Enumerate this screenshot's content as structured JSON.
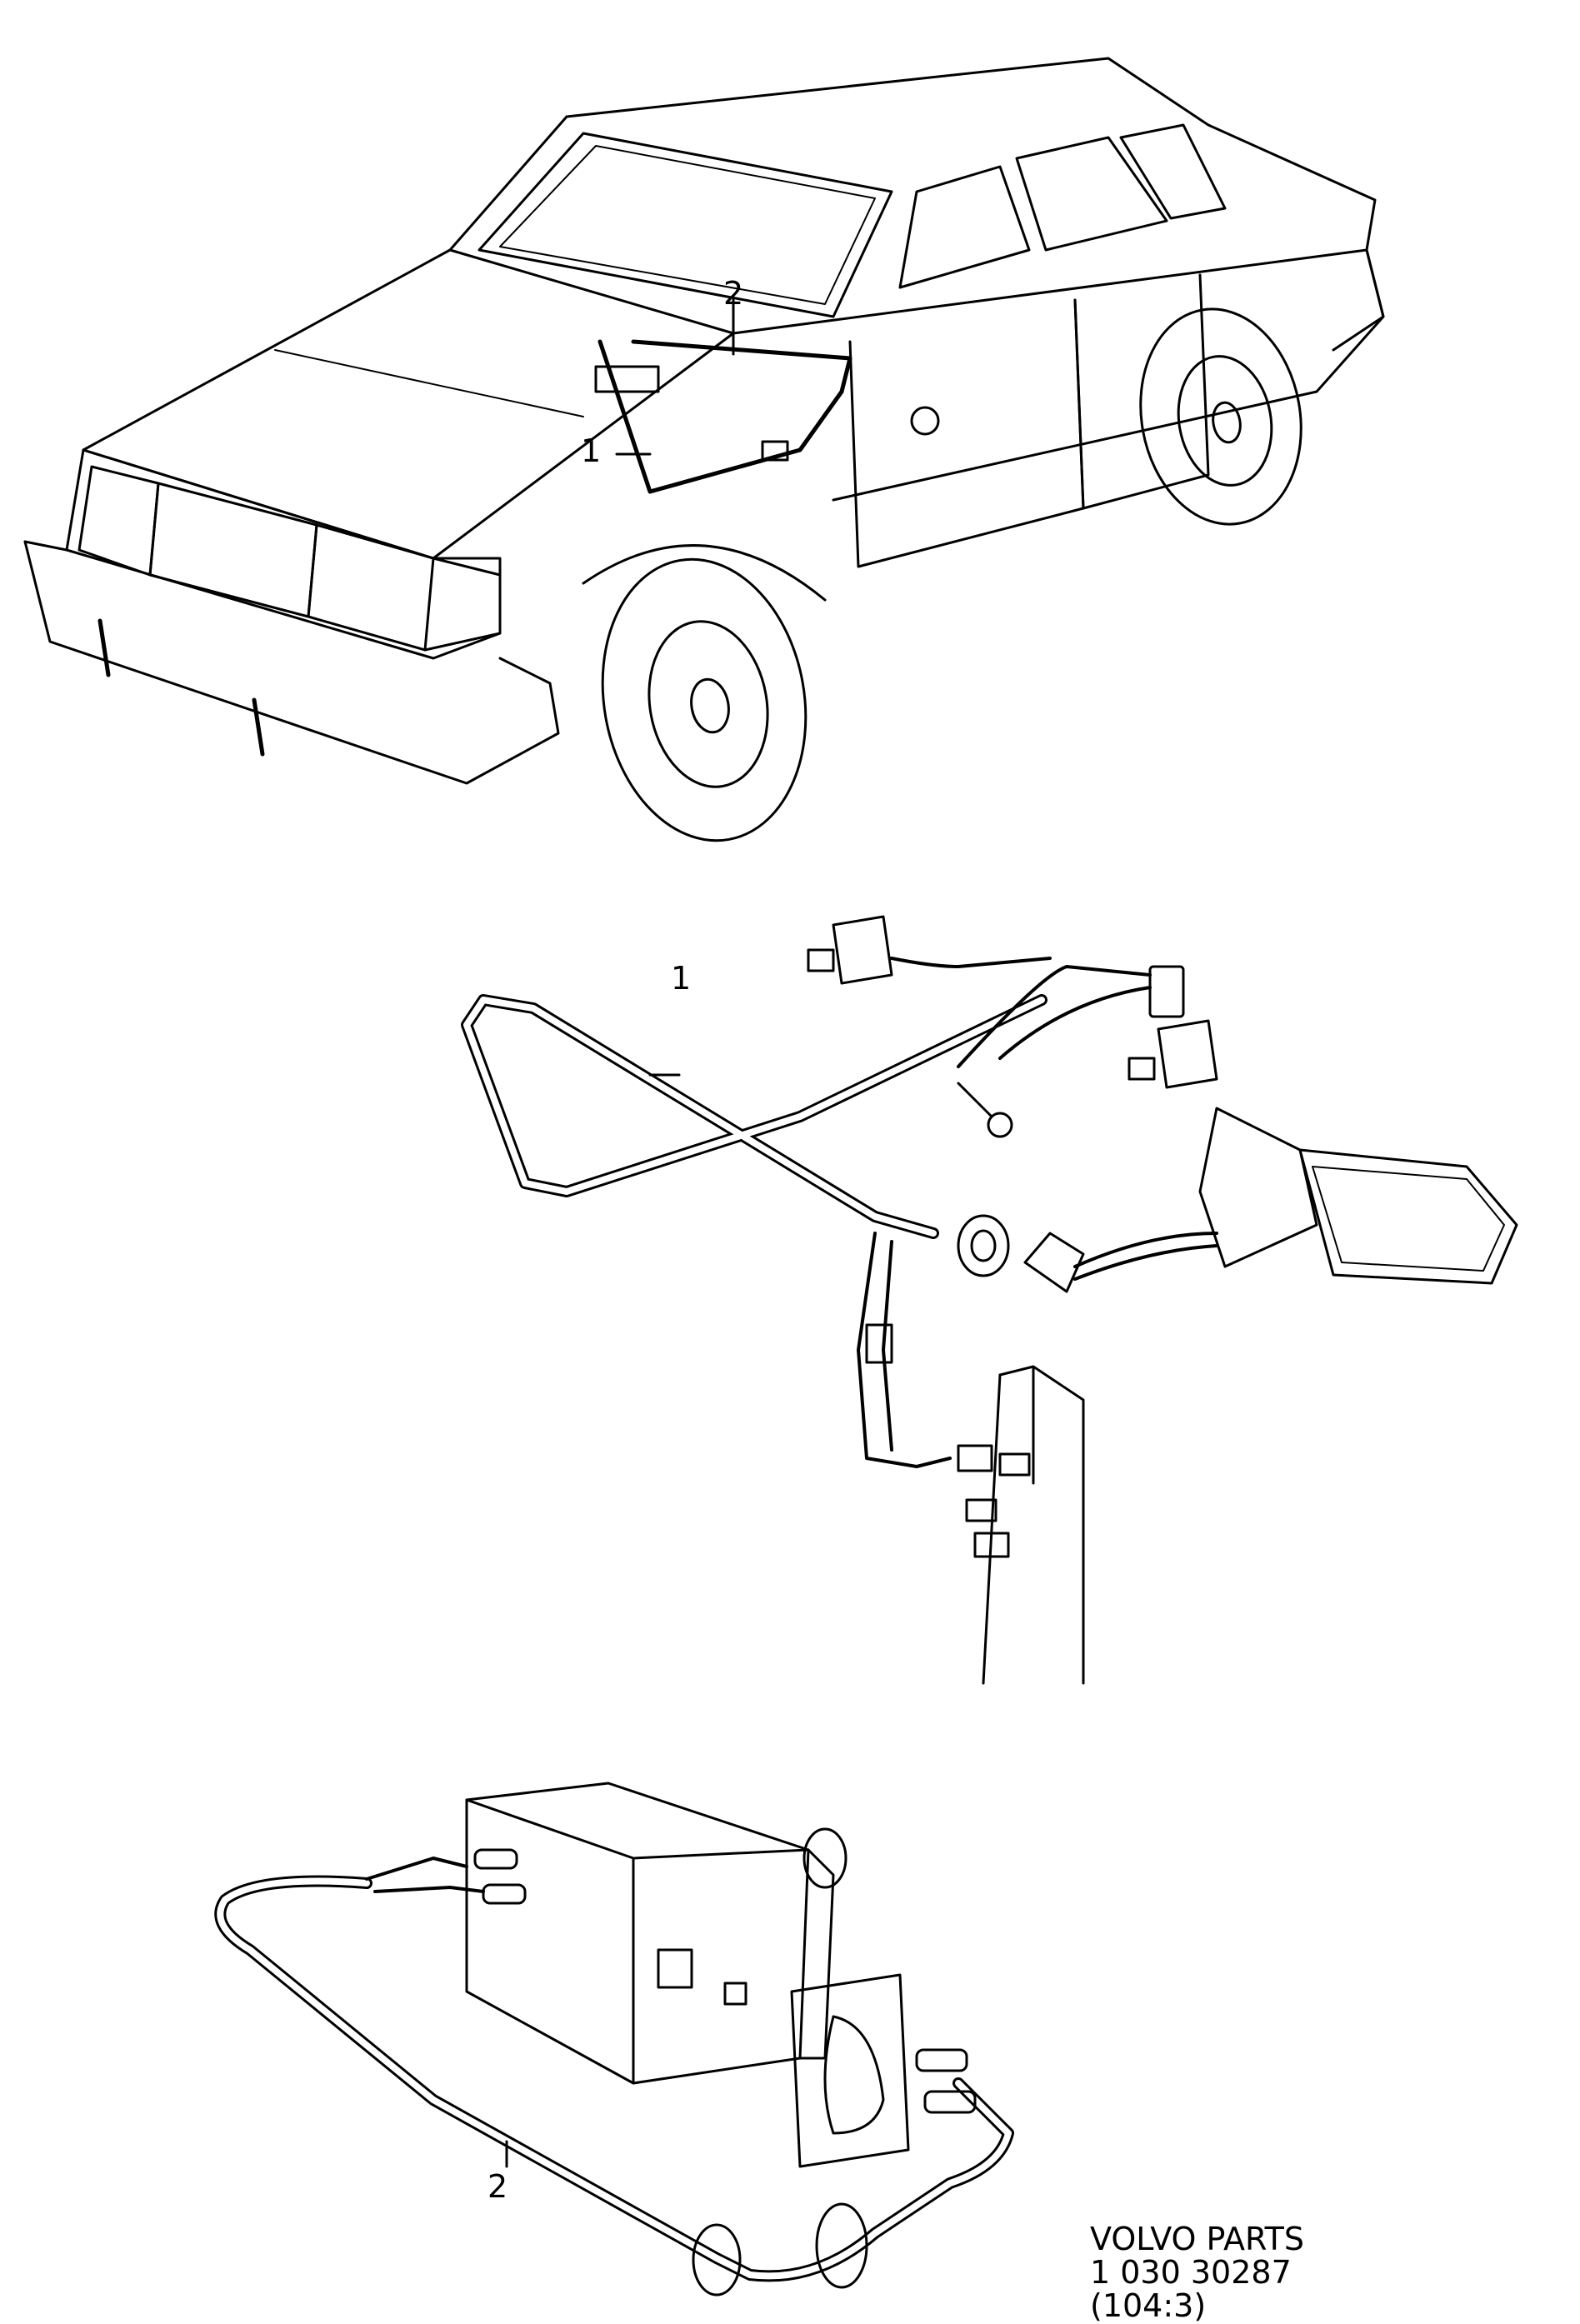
{
  "callouts": {
    "car_item_1": "1",
    "car_item_2": "2",
    "harness_item_1": "1",
    "cable_item_2": "2"
  },
  "footer": {
    "brand": "VOLVO PARTS",
    "part_number": "1 030  30287",
    "reference": "(104:3)"
  },
  "colors": {
    "line": "#000000",
    "background": "#ffffff"
  }
}
